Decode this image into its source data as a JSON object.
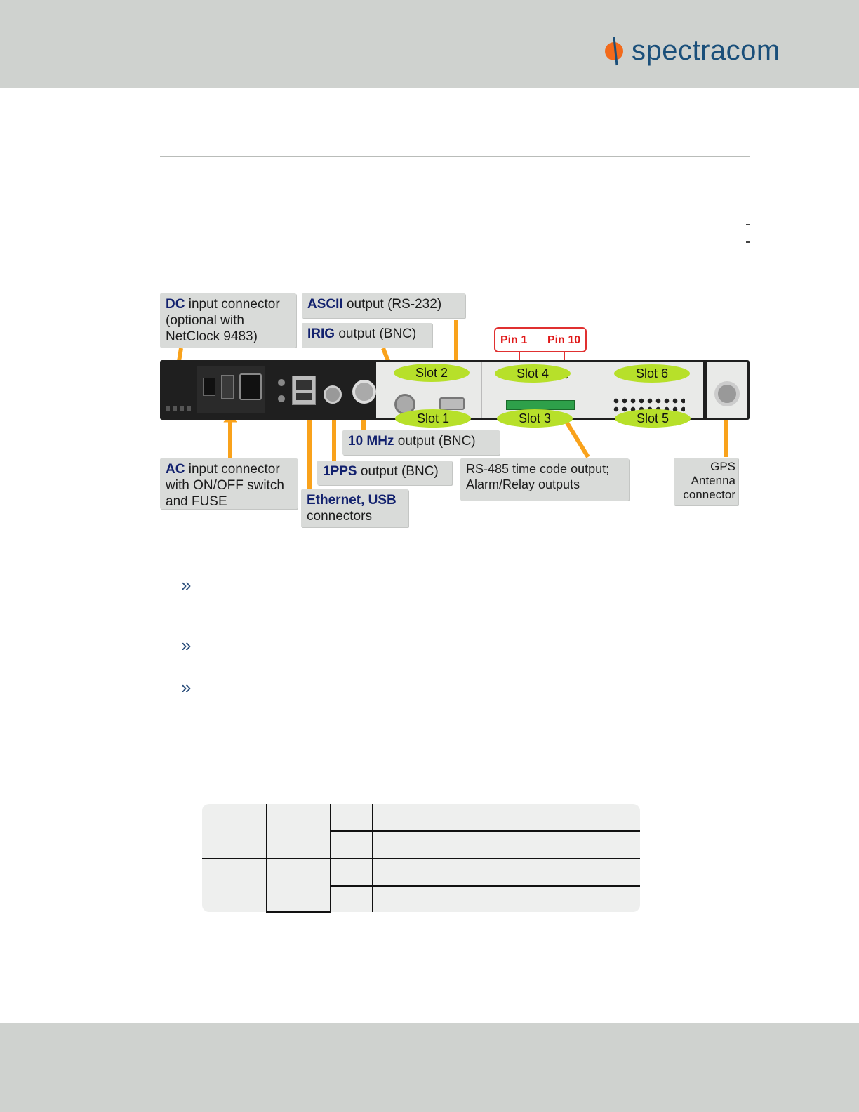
{
  "header": {
    "logo_text": "spectracom"
  },
  "figure": {
    "callouts": {
      "dc": {
        "bold": "DC",
        "rest": " input connector",
        "line2": "(optional with",
        "line3": "NetClock 9483)"
      },
      "ascii": {
        "bold": "ASCII",
        "rest": " output (RS-232)"
      },
      "irig": {
        "bold": "IRIG",
        "rest": " output (BNC)"
      },
      "pin1": "Pin 1",
      "pin10": "Pin 10",
      "ac": {
        "bold": "AC",
        "rest": " input connector",
        "line2": "with ON/OFF switch",
        "line3": "and FUSE"
      },
      "ethernet": {
        "bold": "Ethernet, USB",
        "line2": "connectors"
      },
      "pps": {
        "bold": "1PPS",
        "rest": " output (BNC)"
      },
      "tenmhz": {
        "bold": "10 MHz",
        "rest": " output (BNC)"
      },
      "rs485": {
        "line1": "RS-485 time code output;",
        "line2": "Alarm/Relay outputs"
      },
      "gps": {
        "line1": "GPS",
        "line2": "Antenna",
        "line3": "connector"
      }
    },
    "slots": {
      "slot1": "Slot 1",
      "slot2": "Slot 2",
      "slot3": "Slot 3",
      "slot4": "Slot 4",
      "slot5": "Slot 5",
      "slot6": "Slot 6"
    }
  },
  "bullet_glyph": "»",
  "colors": {
    "header_bg": "#cfd2cf",
    "callout_bg": "#d9dbd9",
    "callout_bold": "#12216e",
    "arrow": "#f9a21b",
    "slot_label": "#b7e02a",
    "pin_red": "#e01818",
    "logo_blue": "#1a4f7a",
    "logo_orange": "#f26a1b"
  }
}
